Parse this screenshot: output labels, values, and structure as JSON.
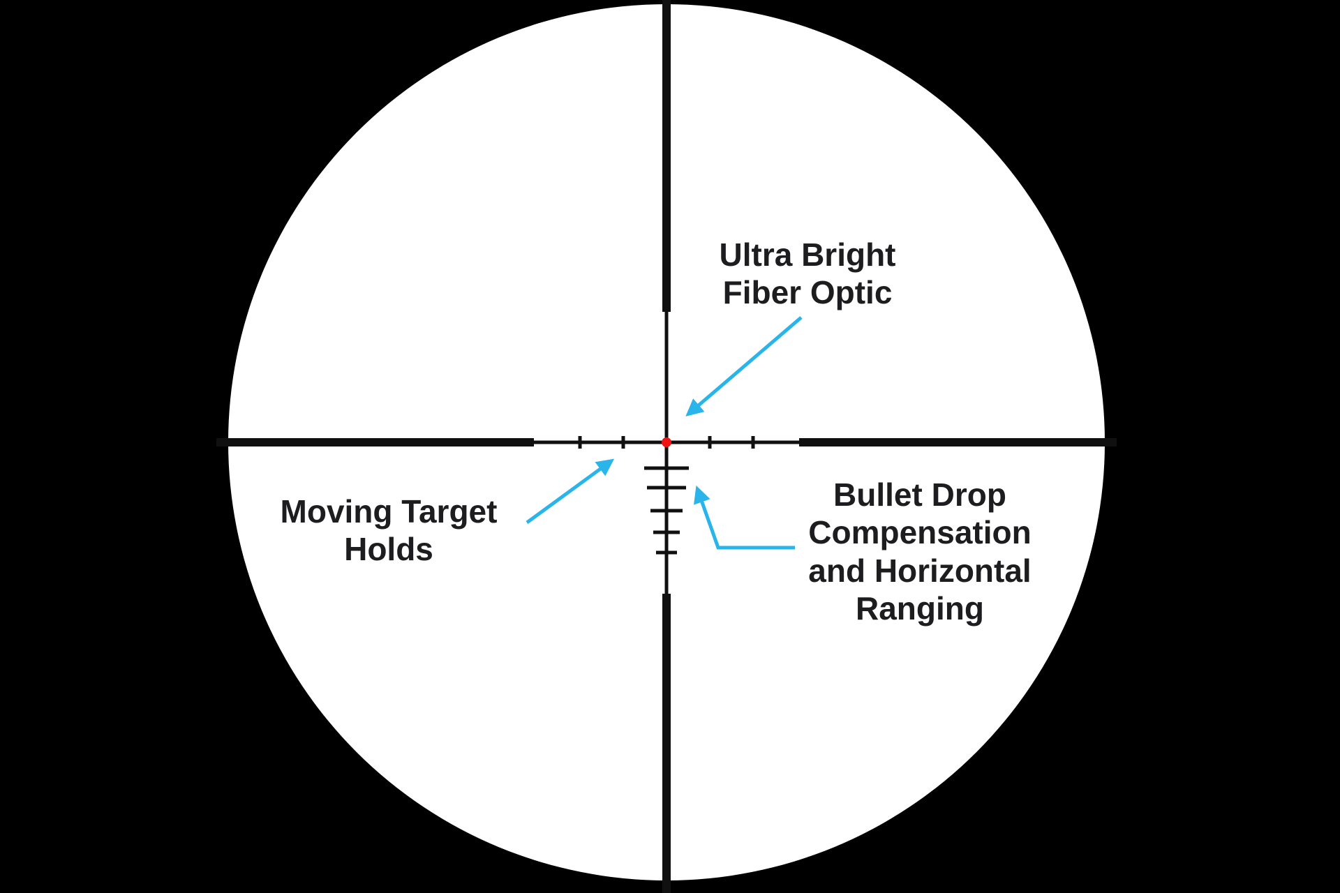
{
  "diagram": {
    "type": "riflescope-reticle-callout-diagram",
    "labels": {
      "fiber_optic": "Ultra Bright\nFiber Optic",
      "moving_target": "Moving Target\nHolds",
      "bdc": "Bullet Drop\nCompensation\nand Horizontal\nRanging"
    }
  },
  "colors": {
    "background": "#000000",
    "field": "#ffffff",
    "reticle": "#101010",
    "center_dot": "#ee1411",
    "arrow": "#29b4ea",
    "label_text": "#1d1d1f"
  }
}
